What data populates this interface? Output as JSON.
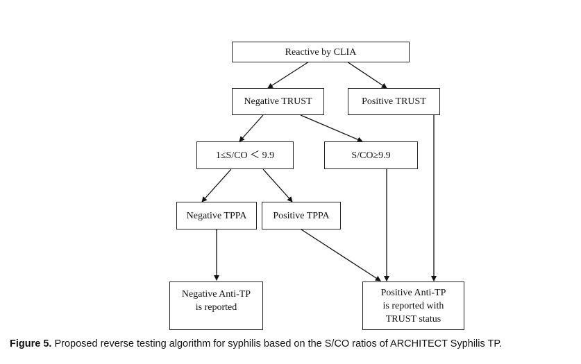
{
  "nodes": {
    "reactive_clia": "Reactive by CLIA",
    "negative_trust": "Negative TRUST",
    "positive_trust": "Positive TRUST",
    "sco_range": "1≤S/CO ＜ 9.9",
    "sco_high": "S/CO≥9.9",
    "negative_tppa": "Negative TPPA",
    "positive_tppa": "Positive TPPA",
    "negative_antitp": "Negative Anti-TP\nis reported",
    "positive_antitp": "Positive Anti-TP\nis reported with\nTRUST status"
  },
  "caption": {
    "label": "Figure 5.",
    "text": " Proposed reverse testing algorithm for syphilis based on the S/CO ratios of ARCHITECT Syphilis TP."
  }
}
